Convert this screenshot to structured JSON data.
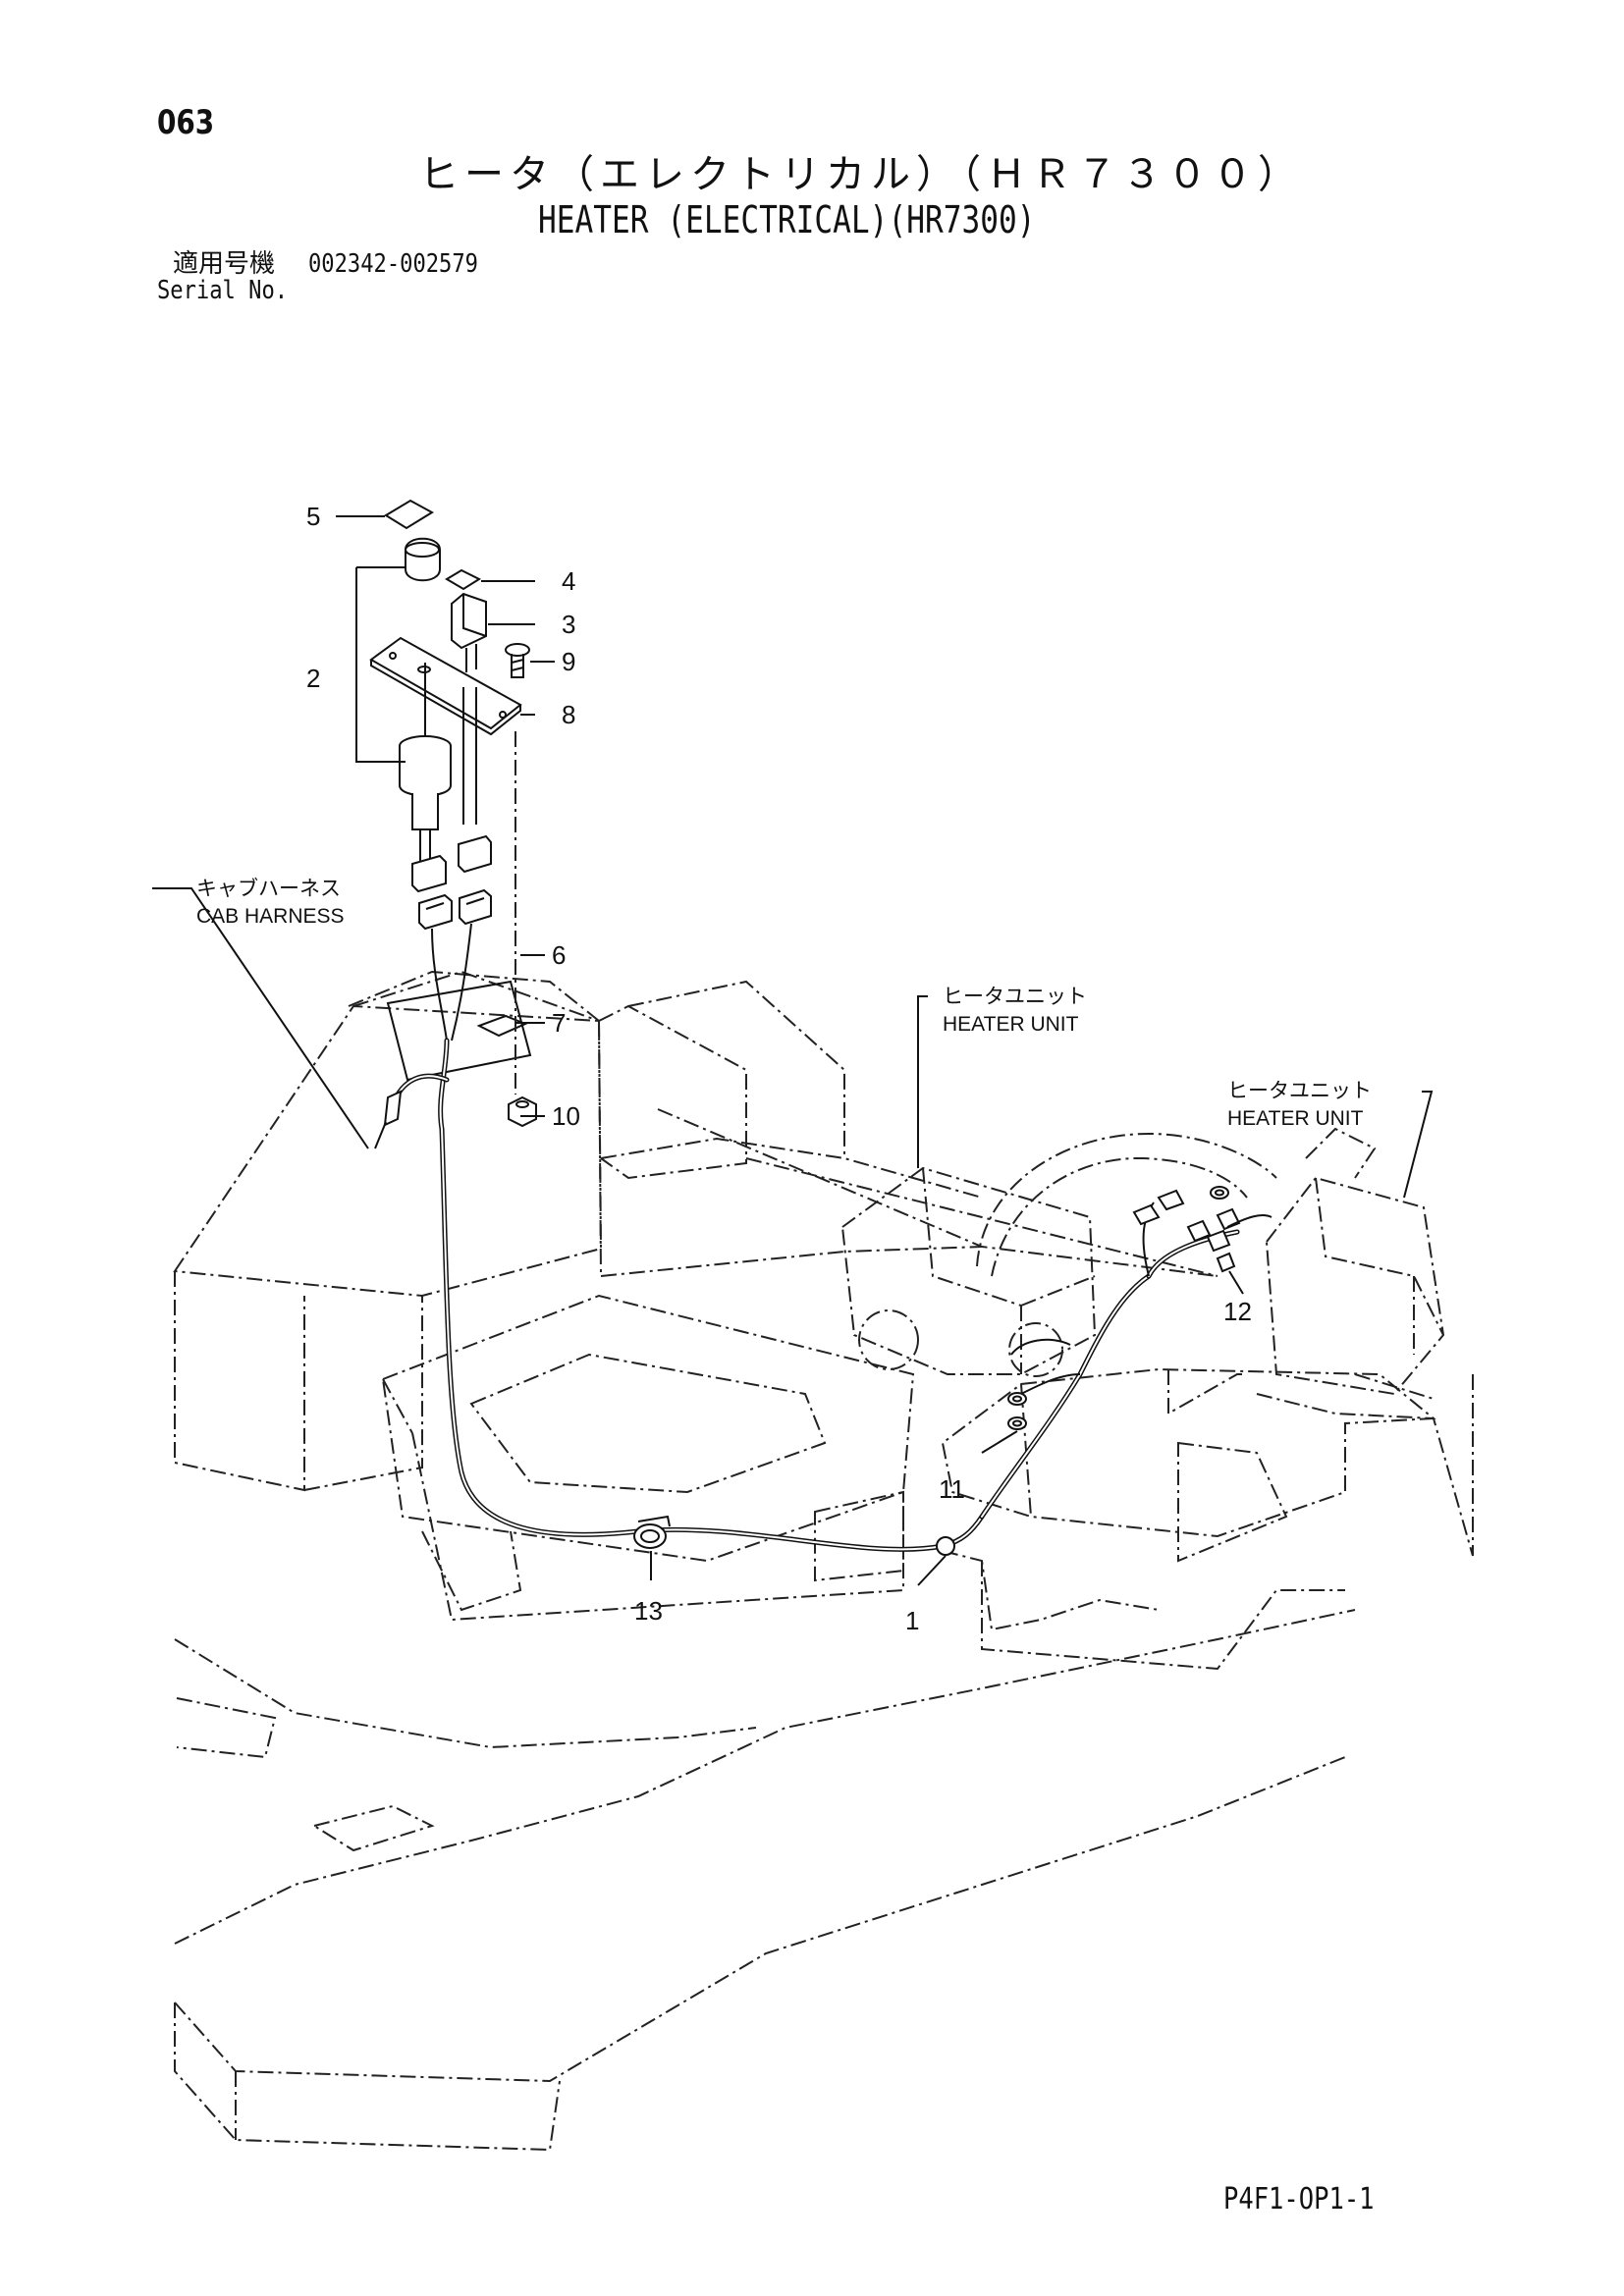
{
  "page_number": "063",
  "title_jp": "ヒータ（エレクトリカル）（ＨＲ７３００）",
  "title_en": "HEATER (ELECTRICAL)(HR7300)",
  "serial": {
    "label_jp": "適用号機",
    "range": "002342-002579",
    "label_en": "Serial No."
  },
  "callouts": {
    "cab_harness_jp": "キャブハーネス",
    "cab_harness_en": "CAB HARNESS",
    "heater_unit_1_jp": "ヒータユニット",
    "heater_unit_1_en": "HEATER UNIT",
    "heater_unit_2_jp": "ヒータユニット",
    "heater_unit_2_en": "HEATER UNIT"
  },
  "part_labels": {
    "p1": "1",
    "p2": "2",
    "p3": "3",
    "p4": "4",
    "p5": "5",
    "p6": "6",
    "p7": "7",
    "p8": "8",
    "p9": "9",
    "p10": "10",
    "p11": "11",
    "p12": "12",
    "p13": "13"
  },
  "drawing_code": "P4F1-OP1-1"
}
